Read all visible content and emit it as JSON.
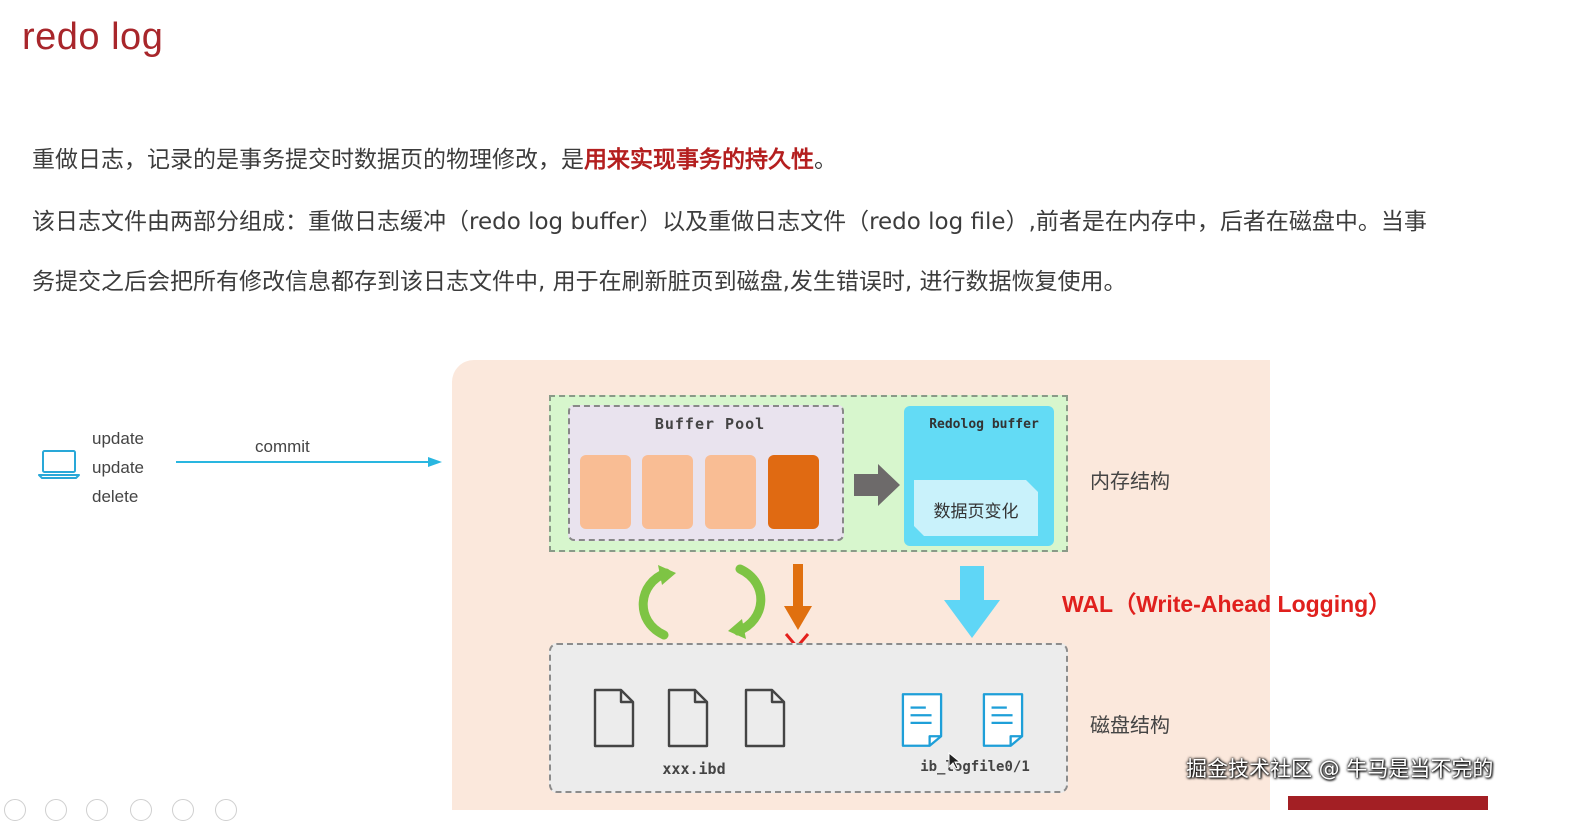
{
  "slide": {
    "title": "redo log",
    "para1_normal": "重做日志，记录的是事务提交时数据页的物理修改，是",
    "para1_highlight": "用来实现事务的持久性",
    "para1_end": "。",
    "para2": "该日志文件由两部分组成：重做日志缓冲（redo log buffer）以及重做日志文件（redo log file）,前者是在内存中，后者在磁盘中。当事",
    "para3": "务提交之后会把所有修改信息都存到该日志文件中, 用于在刷新脏页到磁盘,发生错误时, 进行数据恢复使用。"
  },
  "client": {
    "icon": "laptop-icon",
    "ops": [
      "update",
      "update",
      "delete"
    ],
    "commit_label": "commit"
  },
  "diagram": {
    "buffer_pool_label": "Buffer Pool",
    "redolog_buffer_label": "Redolog buffer",
    "page_change_label": "数据页变化",
    "memory_label": "内存结构",
    "disk_label": "磁盘结构",
    "ibd_label": "xxx.ibd",
    "iblog_label": "ib_logfile0/1",
    "wal_label": "WAL（Write-Ahead Logging）"
  },
  "watermark": "掘金技术社区 @ 牛马是当不完的",
  "colors": {
    "title": "#a8262b",
    "highlight": "#b41f1f",
    "wal": "#e0201d",
    "diagram_bg": "#fbe8dc",
    "memory_box": "#d7f6cd",
    "buffer_pool_box": "#e9e3ee",
    "page": "#f9bd94",
    "dirty_page": "#e06a12",
    "redolog_buffer": "#63dbf5",
    "disk_box": "#ececec",
    "commit_arrow": "#29b6e0"
  }
}
